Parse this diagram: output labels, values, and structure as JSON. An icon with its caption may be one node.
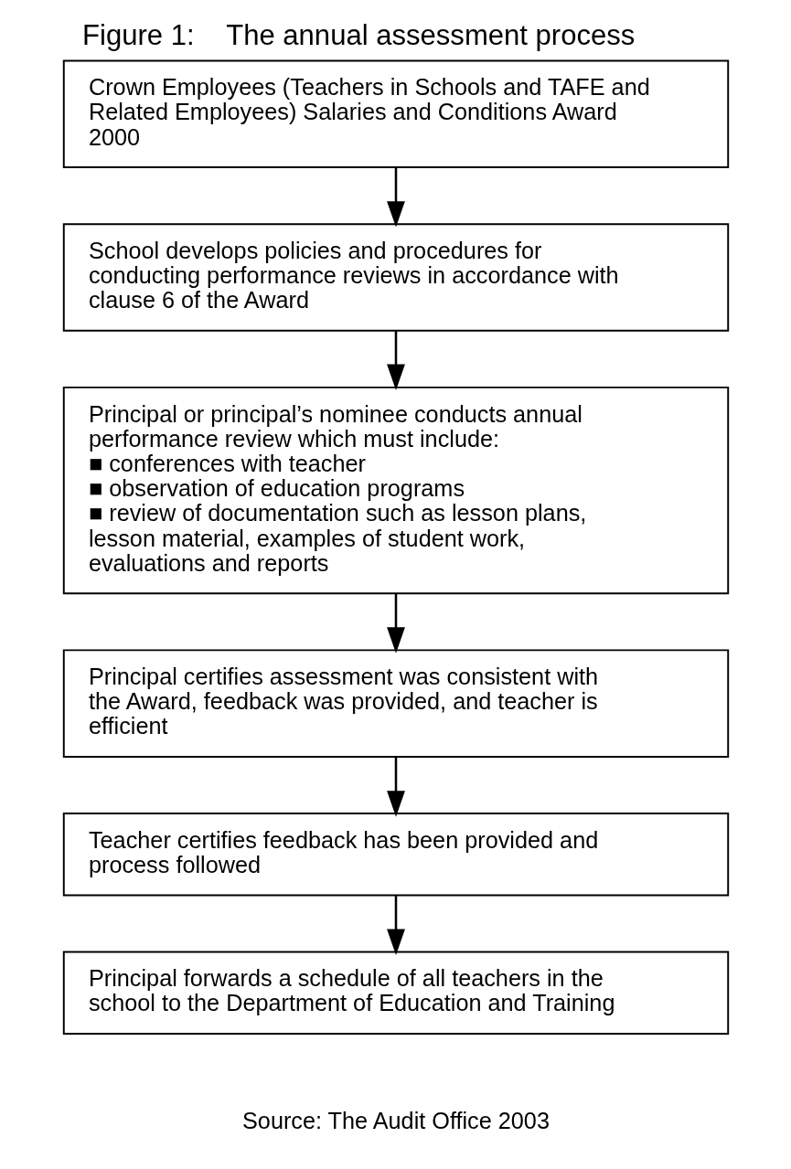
{
  "diagram": {
    "title": "Figure 1:    The annual assessment process",
    "caption": "Source: The Audit Office 2003",
    "nodes": [
      {
        "text": [
          "Crown Employees (Teachers in Schools and TAFE and Related Employees) Salaries and Conditions Award 2000"
        ]
      },
      {
        "text": [
          "School develops policies and procedures for conducting performance reviews in accordance with clause 6 of the Award"
        ]
      },
      {
        "text": [
          "Principal or principal’s nominee conducts annual performance review which must include:",
          "■ conferences with teacher",
          "■ observation of education programs",
          "■ review of documentation such as lesson plans, lesson material, examples of student work, evaluations and reports"
        ]
      },
      {
        "text": [
          "Principal certifies assessment was consistent with the Award, feedback was provided, and teacher is efficient"
        ]
      },
      {
        "text": [
          "Teacher certifies feedback has been provided and process followed"
        ]
      },
      {
        "text": [
          "Principal forwards a schedule of all teachers in the school to the Department of Education and Training"
        ]
      }
    ],
    "edges": [
      {
        "from": 0,
        "to": 1,
        "arrow": "to"
      },
      {
        "from": 1,
        "to": 2,
        "arrow": "to"
      },
      {
        "from": 2,
        "to": 3,
        "arrow": "to"
      },
      {
        "from": 3,
        "to": 4,
        "arrow": "to"
      },
      {
        "from": 4,
        "to": 5,
        "arrow": "to"
      }
    ]
  }
}
